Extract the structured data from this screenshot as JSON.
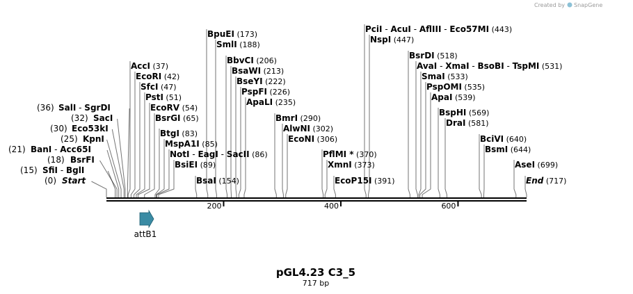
{
  "credit": {
    "text": "Created by",
    "brand": "SnapGene"
  },
  "title": "pGL4.23 C3_5",
  "subtitle": "717 bp",
  "sequence_length": 717,
  "axis_ticks": [
    {
      "label": "200",
      "value": 200
    },
    {
      "label": "400",
      "value": 400
    },
    {
      "label": "600",
      "value": 600
    }
  ],
  "feature": {
    "label": "attB1",
    "icon": "arrow-right-icon",
    "color": "#3a8ba4"
  },
  "sites": [
    {
      "parts": [
        "Start"
      ],
      "pos": "(0)",
      "bp": 0,
      "italic": true
    },
    {
      "parts": [
        "SfiI",
        "BglI"
      ],
      "pos": "(15)",
      "bp": 15
    },
    {
      "parts": [
        "BanI",
        "Acc65I"
      ],
      "pos": "(21)",
      "bp": 21
    },
    {
      "parts": [
        "BsrFI"
      ],
      "pos": "(18)",
      "bp": 18
    },
    {
      "parts": [
        "KpnI"
      ],
      "pos": "(25)",
      "bp": 25
    },
    {
      "parts": [
        "Eco53kI"
      ],
      "pos": "(30)",
      "bp": 30
    },
    {
      "parts": [
        "SacI"
      ],
      "pos": "(32)",
      "bp": 32
    },
    {
      "parts": [
        "SalI",
        "SgrDI"
      ],
      "pos": "(36)",
      "bp": 36
    },
    {
      "parts": [
        "AccI"
      ],
      "pos": "(37)",
      "bp": 37
    },
    {
      "parts": [
        "EcoRI"
      ],
      "pos": "(42)",
      "bp": 42
    },
    {
      "parts": [
        "SfcI"
      ],
      "pos": "(47)",
      "bp": 47
    },
    {
      "parts": [
        "PstI"
      ],
      "pos": "(51)",
      "bp": 51
    },
    {
      "parts": [
        "EcoRV"
      ],
      "pos": "(54)",
      "bp": 54
    },
    {
      "parts": [
        "BsrGI"
      ],
      "pos": "(65)",
      "bp": 65
    },
    {
      "parts": [
        "BtgI"
      ],
      "pos": "(83)",
      "bp": 83
    },
    {
      "parts": [
        "MspA1I"
      ],
      "pos": "(85)",
      "bp": 85
    },
    {
      "parts": [
        "NotI",
        "EagI",
        "SacII"
      ],
      "pos": "(86)",
      "bp": 86
    },
    {
      "parts": [
        "BsiEI"
      ],
      "pos": "(89)",
      "bp": 89
    },
    {
      "parts": [
        "BsaI"
      ],
      "pos": "(154)",
      "bp": 154
    },
    {
      "parts": [
        "BpuEI"
      ],
      "pos": "(173)",
      "bp": 173
    },
    {
      "parts": [
        "SmlI"
      ],
      "pos": "(188)",
      "bp": 188
    },
    {
      "parts": [
        "BbvCI"
      ],
      "pos": "(206)",
      "bp": 206
    },
    {
      "parts": [
        "BsaWI"
      ],
      "pos": "(213)",
      "bp": 213
    },
    {
      "parts": [
        "BseYI"
      ],
      "pos": "(222)",
      "bp": 222
    },
    {
      "parts": [
        "PspFI"
      ],
      "pos": "(226)",
      "bp": 226
    },
    {
      "parts": [
        "ApaLI"
      ],
      "pos": "(235)",
      "bp": 235
    },
    {
      "parts": [
        "BmrI"
      ],
      "pos": "(290)",
      "bp": 290
    },
    {
      "parts": [
        "AlwNI"
      ],
      "pos": "(302)",
      "bp": 302
    },
    {
      "parts": [
        "EcoNI"
      ],
      "pos": "(306)",
      "bp": 306
    },
    {
      "parts": [
        "PflMI *"
      ],
      "pos": "(370)",
      "bp": 370
    },
    {
      "parts": [
        "XmnI"
      ],
      "pos": "(373)",
      "bp": 373
    },
    {
      "parts": [
        "EcoP15I"
      ],
      "pos": "(391)",
      "bp": 391
    },
    {
      "parts": [
        "PciI",
        "AcuI",
        "AflIII",
        "Eco57MI"
      ],
      "pos": "(443)",
      "bp": 443
    },
    {
      "parts": [
        "NspI"
      ],
      "pos": "(447)",
      "bp": 447
    },
    {
      "parts": [
        "BsrDI"
      ],
      "pos": "(518)",
      "bp": 518
    },
    {
      "parts": [
        "AvaI",
        "XmaI",
        "BsoBI",
        "TspMI"
      ],
      "pos": "(531)",
      "bp": 531
    },
    {
      "parts": [
        "SmaI"
      ],
      "pos": "(533)",
      "bp": 533
    },
    {
      "parts": [
        "PspOMI"
      ],
      "pos": "(535)",
      "bp": 535
    },
    {
      "parts": [
        "ApaI"
      ],
      "pos": "(539)",
      "bp": 539
    },
    {
      "parts": [
        "BspHI"
      ],
      "pos": "(569)",
      "bp": 569
    },
    {
      "parts": [
        "DraI"
      ],
      "pos": "(581)",
      "bp": 581
    },
    {
      "parts": [
        "BciVI"
      ],
      "pos": "(640)",
      "bp": 640
    },
    {
      "parts": [
        "BsmI"
      ],
      "pos": "(644)",
      "bp": 644
    },
    {
      "parts": [
        "AseI"
      ],
      "pos": "(699)",
      "bp": 699
    },
    {
      "parts": [
        "End"
      ],
      "pos": "(717)",
      "bp": 717,
      "italic": true
    }
  ]
}
